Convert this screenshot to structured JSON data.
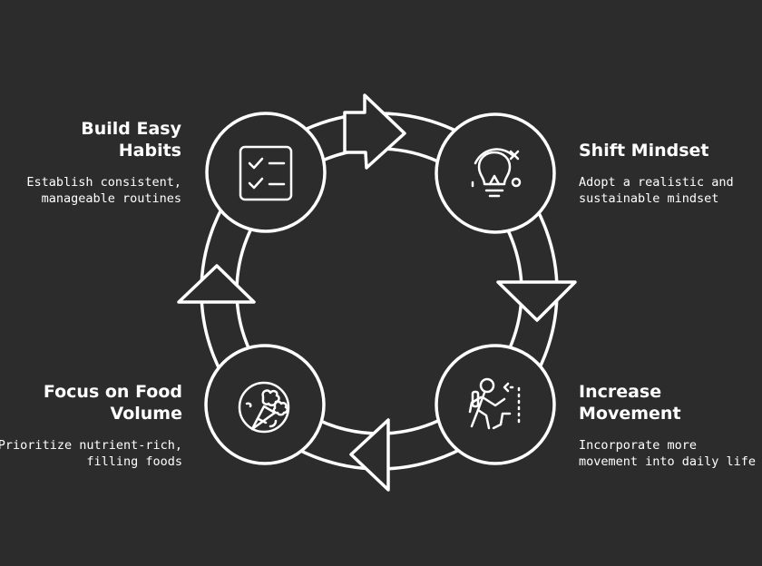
{
  "steps": {
    "build_habits": {
      "title": "Build Easy\nHabits",
      "description": "Establish consistent,\nmanageable routines",
      "icon": "checklist-icon"
    },
    "shift_mindset": {
      "title": "Shift Mindset",
      "description": "Adopt a realistic and\nsustainable mindset",
      "icon": "lightbulb-icon"
    },
    "increase_movement": {
      "title": "Increase\nMovement",
      "description": "Incorporate more\nmovement into daily life",
      "icon": "walking-person-icon"
    },
    "focus_food_volume": {
      "title": "Focus on Food\nVolume",
      "description": "Prioritize nutrient-rich,\nfilling foods",
      "icon": "vegetables-plate-icon"
    }
  },
  "colors": {
    "background": "#2c2c2c",
    "stroke": "#ffffff",
    "text": "#ffffff"
  }
}
